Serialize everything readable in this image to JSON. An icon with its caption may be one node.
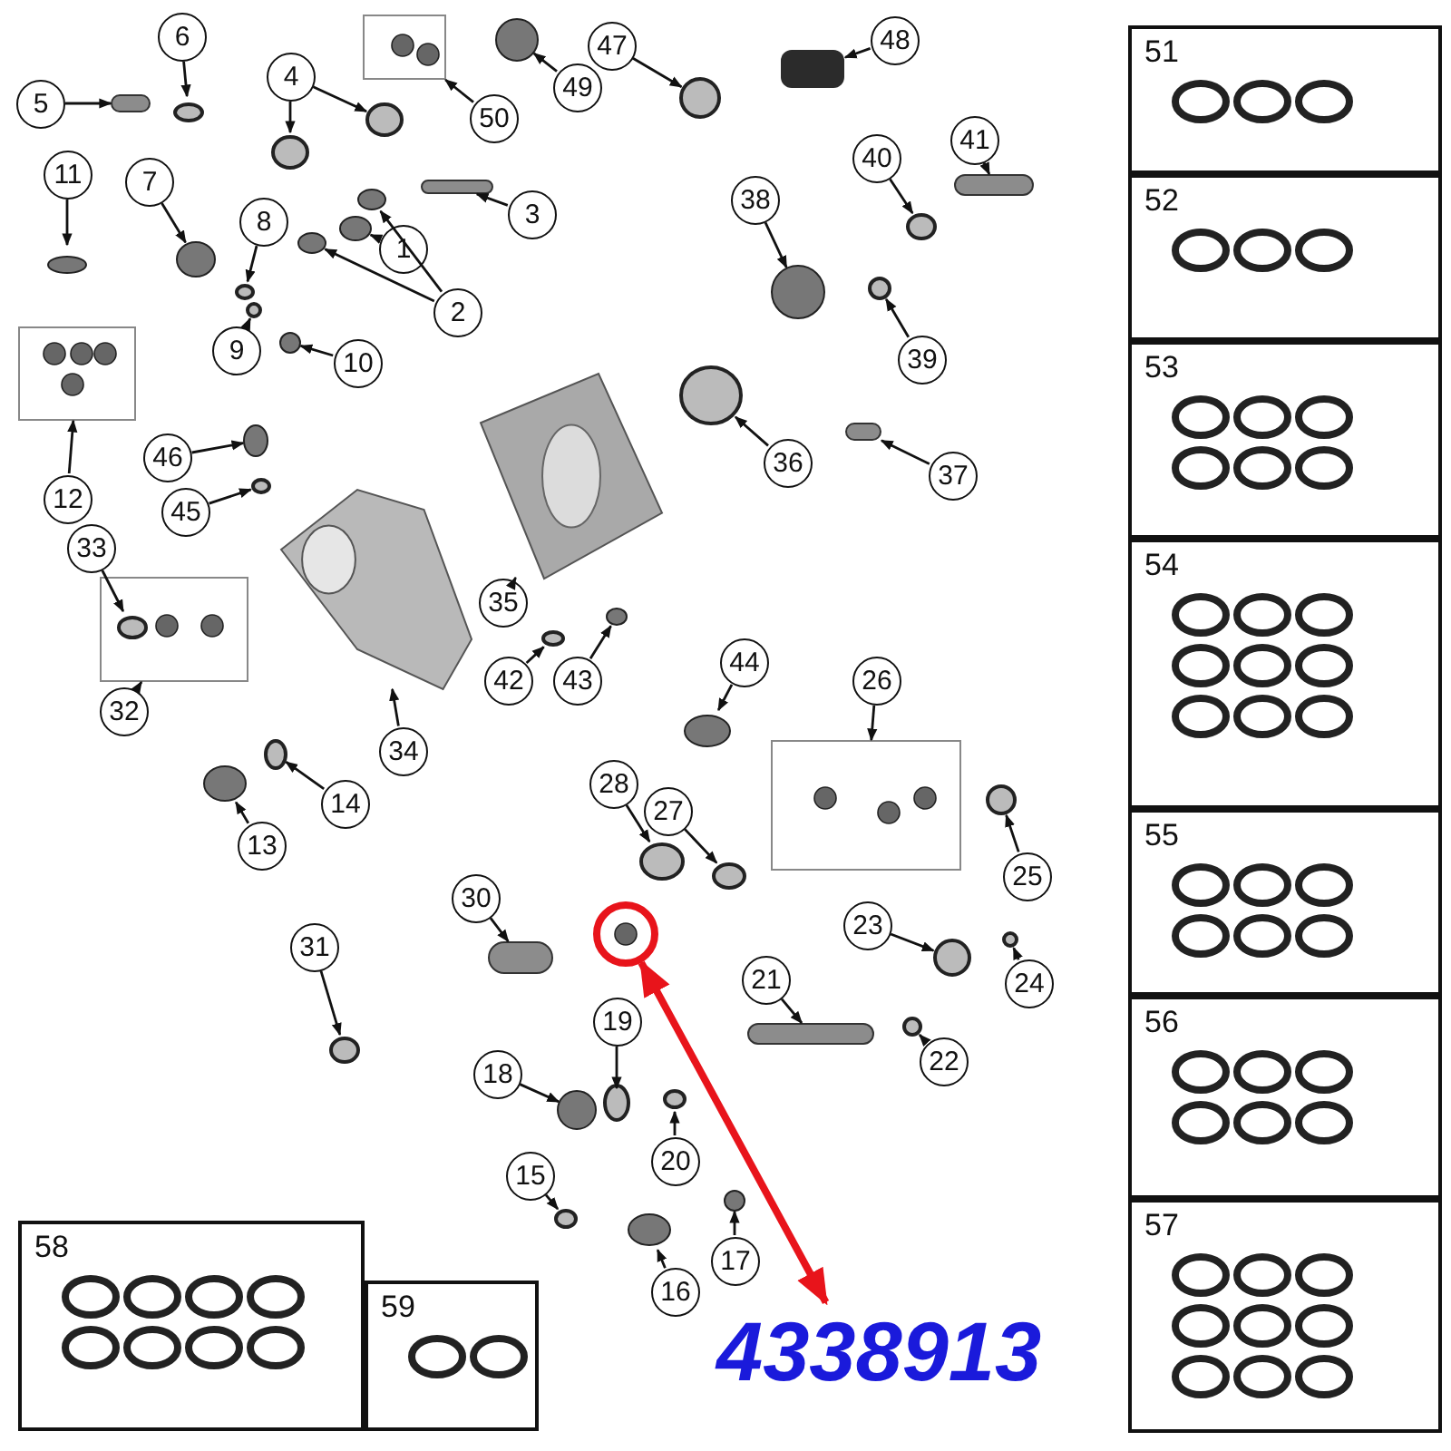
{
  "diagram": {
    "nodes": [
      {
        "text": [
          "6"
        ]
      },
      {
        "text": [
          "5"
        ]
      },
      {
        "text": [
          "4"
        ]
      },
      {
        "text": [],
        "shape": "box"
      },
      {
        "text": [
          "50"
        ]
      },
      {
        "text": [
          "49"
        ]
      },
      {
        "text": [
          "47"
        ]
      },
      {
        "text": [
          "48"
        ]
      },
      {
        "text": [
          "41"
        ]
      },
      {
        "text": [
          "11"
        ]
      },
      {
        "text": [
          "7"
        ]
      },
      {
        "text": [
          "8"
        ]
      },
      {
        "text": [
          "3"
        ]
      },
      {
        "text": [
          "1"
        ]
      },
      {
        "text": [
          "40"
        ]
      },
      {
        "text": [
          "38"
        ]
      },
      {
        "text": [
          "2"
        ]
      },
      {
        "text": [
          "9"
        ]
      },
      {
        "text": [
          "10"
        ]
      },
      {
        "text": [
          "39"
        ]
      },
      {
        "text": [],
        "shape": "box"
      },
      {
        "text": [
          "46"
        ]
      },
      {
        "text": [
          "36"
        ]
      },
      {
        "text": [
          "37"
        ]
      },
      {
        "text": [
          "12"
        ]
      },
      {
        "text": [
          "45"
        ]
      },
      {
        "text": [
          "33"
        ]
      },
      {
        "text": [],
        "shape": "box"
      },
      {
        "text": [
          "35"
        ]
      },
      {
        "text": [
          "42"
        ]
      },
      {
        "text": [
          "43"
        ]
      },
      {
        "text": [
          "44"
        ]
      },
      {
        "text": [
          "32"
        ]
      },
      {
        "text": [
          "34"
        ]
      },
      {
        "text": [
          "26"
        ]
      },
      {
        "text": [],
        "shape": "box"
      },
      {
        "text": [
          "14"
        ]
      },
      {
        "text": [
          "13"
        ]
      },
      {
        "text": [
          "28"
        ]
      },
      {
        "text": [
          "27"
        ]
      },
      {
        "text": [
          "25"
        ]
      },
      {
        "text": [
          "30"
        ]
      },
      {
        "text": [],
        "shape": "circle"
      },
      {
        "text": [
          "23"
        ]
      },
      {
        "text": [
          "31"
        ]
      },
      {
        "text": [
          "21"
        ]
      },
      {
        "text": [
          "24"
        ]
      },
      {
        "text": [
          "19"
        ]
      },
      {
        "text": [
          "22"
        ]
      },
      {
        "text": [
          "18"
        ]
      },
      {
        "text": [
          "20"
        ]
      },
      {
        "text": [
          "15"
        ]
      },
      {
        "text": [
          "17"
        ]
      },
      {
        "text": [
          "16"
        ]
      },
      {
        "text": [
          "4338913"
        ]
      },
      {
        "text": [
          "51"
        ]
      },
      {
        "text": [
          "52"
        ]
      },
      {
        "text": [
          "53"
        ]
      },
      {
        "text": [
          "54"
        ]
      },
      {
        "text": [
          "55"
        ]
      },
      {
        "text": [
          "56"
        ]
      },
      {
        "text": [
          "57"
        ]
      },
      {
        "text": [
          "58"
        ]
      },
      {
        "text": [
          "59"
        ]
      },
      {
        "text": [],
        "shape": "circle"
      },
      {
        "text": [],
        "shape": "bar"
      },
      {
        "text": [],
        "shape": "circle"
      },
      {
        "text": [],
        "shape": "circle"
      },
      {
        "text": [],
        "shape": "circle"
      },
      {
        "text": [],
        "shape": "circle"
      },
      {
        "text": [],
        "shape": "bar"
      },
      {
        "text": [],
        "shape": "bar"
      },
      {
        "text": [],
        "shape": "circle"
      },
      {
        "text": [],
        "shape": "circle"
      },
      {
        "text": [],
        "shape": "circle"
      },
      {
        "text": [],
        "shape": "bar"
      },
      {
        "text": [],
        "shape": "circle"
      },
      {
        "text": [],
        "shape": "circle"
      },
      {
        "text": [],
        "shape": "circle"
      },
      {
        "text": [],
        "shape": "circle"
      },
      {
        "text": [],
        "shape": "circle"
      },
      {
        "text": [],
        "shape": "circle"
      },
      {
        "text": [],
        "shape": "circle"
      },
      {
        "text": [],
        "shape": "circle"
      },
      {
        "text": [],
        "shape": "circle"
      },
      {
        "text": [],
        "shape": "circle"
      },
      {
        "text": [],
        "shape": "bar"
      },
      {
        "text": [],
        "shape": "circle"
      },
      {
        "text": [],
        "shape": "circle",
        "in": 27
      },
      {
        "text": [],
        "shape": "picture"
      },
      {
        "text": [],
        "shape": "circle"
      },
      {
        "text": [],
        "shape": "circle"
      },
      {
        "text": [],
        "shape": "circle"
      },
      {
        "text": [],
        "shape": "picture"
      },
      {
        "text": [],
        "shape": "circle"
      },
      {
        "text": [],
        "shape": "circle"
      },
      {
        "text": [],
        "shape": "circle"
      },
      {
        "text": [],
        "shape": "circle"
      },
      {
        "text": [],
        "shape": "circle"
      },
      {
        "text": [],
        "shape": "bar"
      },
      {
        "text": [],
        "shape": "circle"
      },
      {
        "text": [],
        "shape": "circle"
      },
      {
        "text": [],
        "shape": "bar"
      },
      {
        "text": [],
        "shape": "circle"
      },
      {
        "text": [],
        "shape": "circle"
      },
      {
        "text": [],
        "shape": "circle"
      },
      {
        "text": [],
        "shape": "circle"
      },
      {
        "text": [],
        "shape": "circle"
      },
      {
        "text": [],
        "shape": "circle"
      },
      {
        "text": [],
        "shape": "circle"
      },
      {
        "text": [],
        "shape": "circle"
      }
    ],
    "edges": [
      {
        "from": 0,
        "to": 64,
        "arrow": "to"
      },
      {
        "from": 1,
        "to": 65,
        "arrow": "to"
      },
      {
        "from": 2,
        "to": 66,
        "arrow": "to"
      },
      {
        "from": 2,
        "to": 67,
        "arrow": "to"
      },
      {
        "from": 4,
        "to": 3,
        "arrow": "to"
      },
      {
        "from": 5,
        "to": 68,
        "arrow": "to"
      },
      {
        "from": 6,
        "to": 69,
        "arrow": "to"
      },
      {
        "from": 7,
        "to": 70,
        "arrow": "to"
      },
      {
        "from": 8,
        "to": 71,
        "arrow": "to"
      },
      {
        "from": 9,
        "to": 72,
        "arrow": "to"
      },
      {
        "from": 10,
        "to": 73,
        "arrow": "to"
      },
      {
        "from": 11,
        "to": 74,
        "arrow": "to"
      },
      {
        "from": 12,
        "to": 75,
        "arrow": "to"
      },
      {
        "from": 13,
        "to": 76,
        "arrow": "to"
      },
      {
        "from": 14,
        "to": 77,
        "arrow": "to"
      },
      {
        "from": 15,
        "to": 78,
        "arrow": "to"
      },
      {
        "from": 16,
        "to": 79,
        "arrow": "to"
      },
      {
        "from": 16,
        "to": 80,
        "arrow": "to"
      },
      {
        "from": 17,
        "to": 81,
        "arrow": "to"
      },
      {
        "from": 18,
        "to": 82,
        "arrow": "to"
      },
      {
        "from": 19,
        "to": 83,
        "arrow": "to"
      },
      {
        "from": 24,
        "to": 20,
        "arrow": "to"
      },
      {
        "from": 21,
        "to": 84,
        "arrow": "to"
      },
      {
        "from": 22,
        "to": 85,
        "arrow": "to"
      },
      {
        "from": 23,
        "to": 86,
        "arrow": "to"
      },
      {
        "from": 25,
        "to": 87,
        "arrow": "to"
      },
      {
        "from": 26,
        "to": 88,
        "arrow": "to"
      },
      {
        "from": 28,
        "to": 89,
        "arrow": "to"
      },
      {
        "from": 29,
        "to": 90,
        "arrow": "to"
      },
      {
        "from": 30,
        "to": 91,
        "arrow": "to"
      },
      {
        "from": 31,
        "to": 92,
        "arrow": "to"
      },
      {
        "from": 32,
        "to": 27,
        "arrow": "to"
      },
      {
        "from": 33,
        "to": 93,
        "arrow": "to"
      },
      {
        "from": 34,
        "to": 35,
        "arrow": "to"
      },
      {
        "from": 36,
        "to": 94,
        "arrow": "to"
      },
      {
        "from": 37,
        "to": 95,
        "arrow": "to"
      },
      {
        "from": 38,
        "to": 96,
        "arrow": "to"
      },
      {
        "from": 39,
        "to": 97,
        "arrow": "to"
      },
      {
        "from": 40,
        "to": 98,
        "arrow": "to"
      },
      {
        "from": 41,
        "to": 99,
        "arrow": "to"
      },
      {
        "from": 43,
        "to": 100,
        "arrow": "to"
      },
      {
        "from": 44,
        "to": 101,
        "arrow": "to"
      },
      {
        "from": 45,
        "to": 102,
        "arrow": "to"
      },
      {
        "from": 46,
        "to": 103,
        "arrow": "to"
      },
      {
        "from": 47,
        "to": 104,
        "arrow": "to"
      },
      {
        "from": 48,
        "to": 105,
        "arrow": "to"
      },
      {
        "from": 49,
        "to": 106,
        "arrow": "to"
      },
      {
        "from": 50,
        "to": 107,
        "arrow": "to"
      },
      {
        "from": 51,
        "to": 108,
        "arrow": "to"
      },
      {
        "from": 52,
        "to": 109,
        "arrow": "to"
      },
      {
        "from": 53,
        "to": 110,
        "arrow": "to"
      },
      {
        "from": 42,
        "to": 54,
        "arrow": "both",
        "style": "thick",
        "color": "#e8141b"
      }
    ]
  }
}
